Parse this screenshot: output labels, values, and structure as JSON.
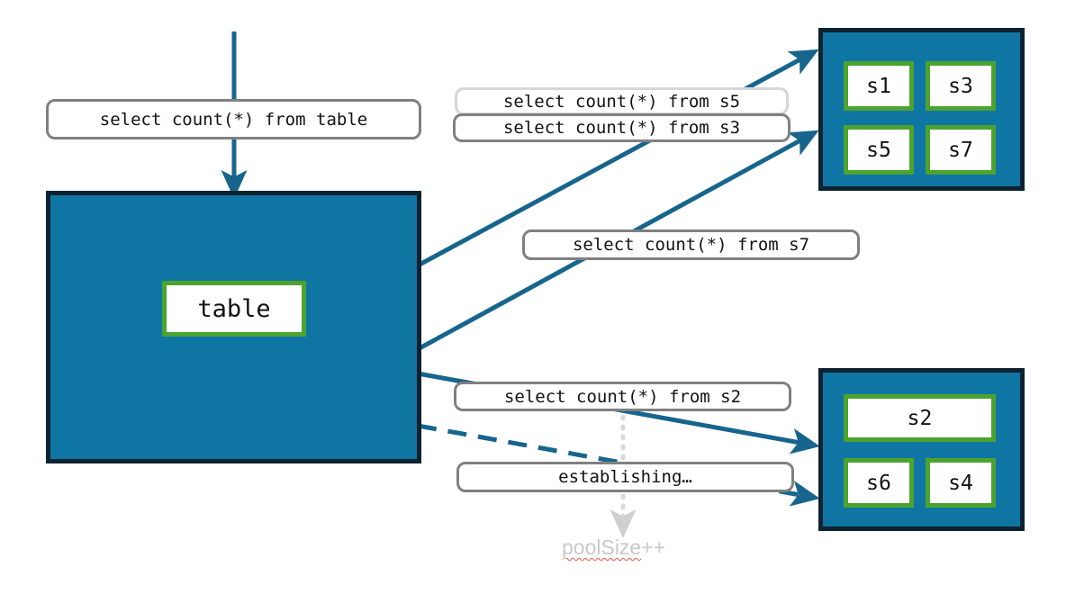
{
  "diagram": {
    "title": "sharded table connection pool diagram",
    "colors": {
      "container_fill": "#0f76a4",
      "container_border": "#0d2230",
      "cell_border": "#4ca32e",
      "cell_fill": "#ffffff",
      "arrow": "#17658d",
      "pill_border": "#808080",
      "pill_border_light": "#d6d6d6",
      "ghost_text": "#c9c9c9",
      "spellcheck_underline": "#e8554e",
      "background": "#ffffff"
    },
    "source": {
      "query_label": "select count(*) from table",
      "table_label": "table"
    },
    "shard_group_top": {
      "name": "shard-group-top",
      "shards": [
        "s1",
        "s3",
        "s5",
        "s7"
      ]
    },
    "shard_group_bottom": {
      "name": "shard-group-bottom",
      "shards": [
        "s2",
        "s6",
        "s4"
      ]
    },
    "queries": [
      {
        "id": "q-s5",
        "label": "select count(*) from s5",
        "style": "light"
      },
      {
        "id": "q-s3",
        "label": "select count(*) from s3",
        "style": "dark"
      },
      {
        "id": "q-s7",
        "label": "select count(*) from s7",
        "style": "dark"
      },
      {
        "id": "q-s2",
        "label": "select count(*) from s2",
        "style": "dark"
      }
    ],
    "status": {
      "establishing_label": "establishing…",
      "pool_counter": "poolSize",
      "pool_counter_suffix": "++"
    }
  }
}
